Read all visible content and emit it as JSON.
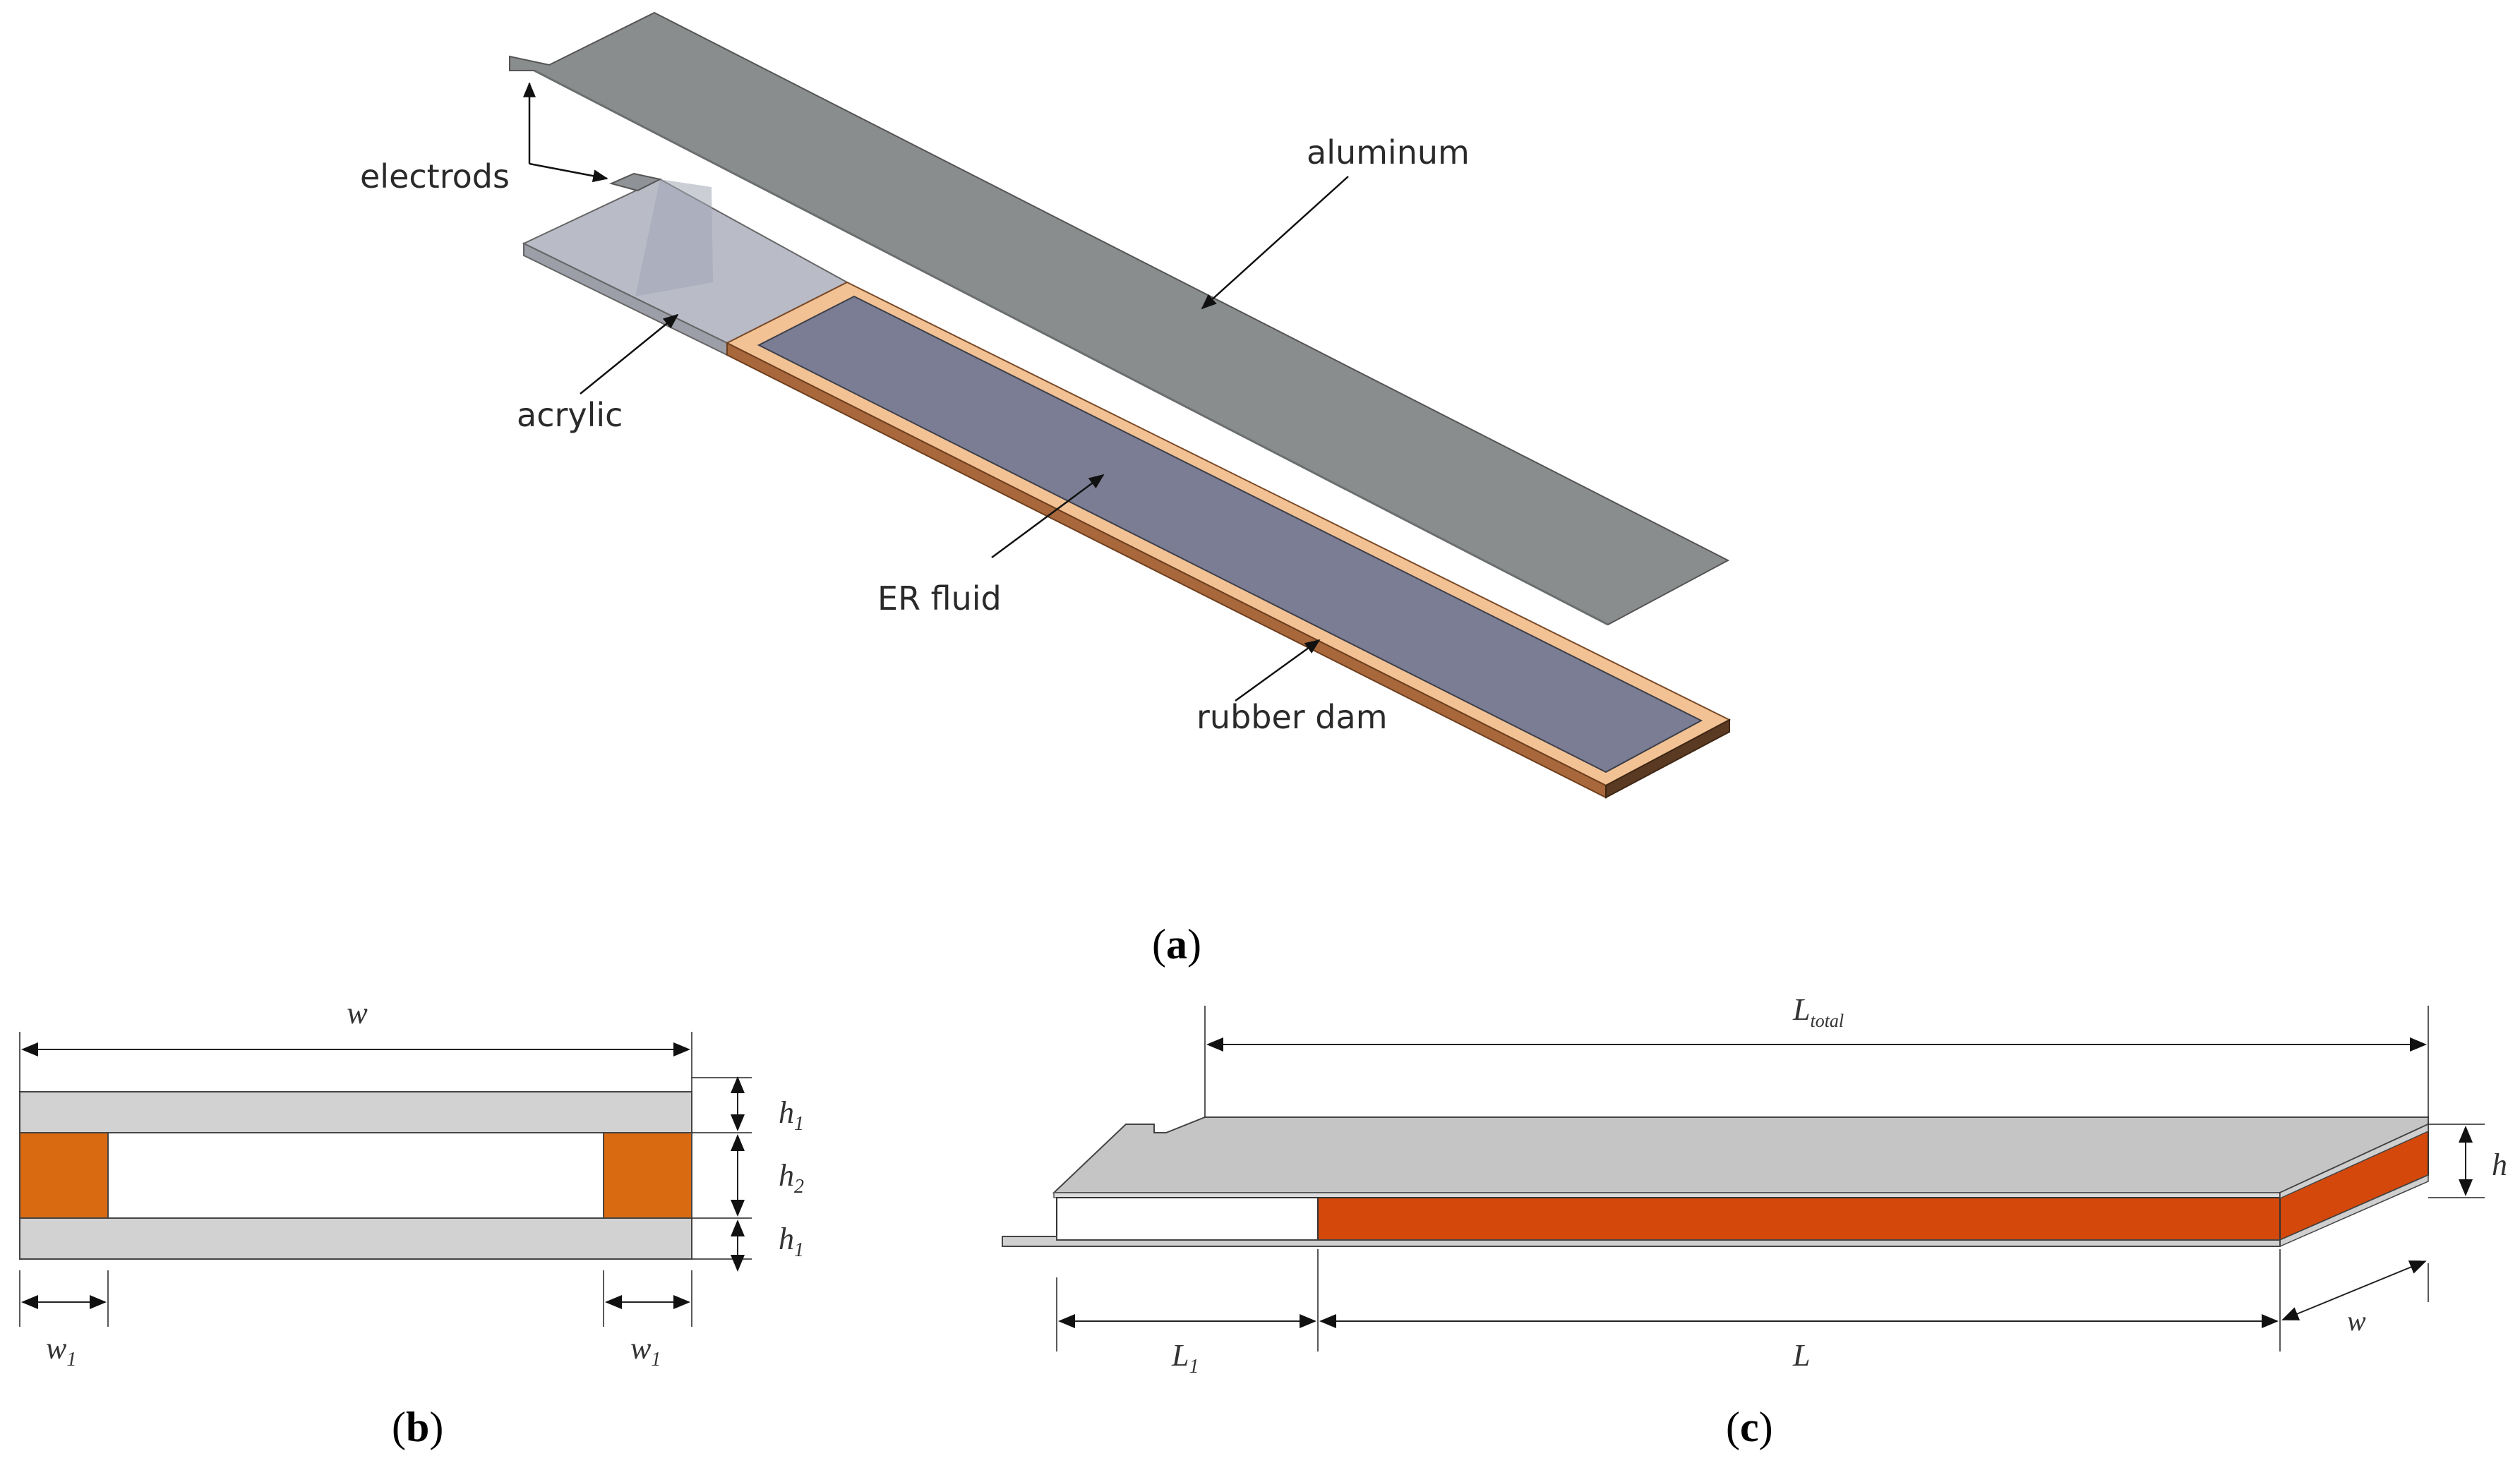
{
  "panel_a": {
    "caption_letter": "a",
    "labels": {
      "electrods": "electrods",
      "aluminum": "aluminum",
      "acrylic": "acrylic",
      "er_fluid": "ER fluid",
      "rubber_dam": "rubber dam"
    }
  },
  "panel_b": {
    "caption_letter": "b",
    "dims": {
      "w": "w",
      "h1": "h",
      "h1_sub": "1",
      "h2": "h",
      "h2_sub": "2",
      "w1": "w",
      "w1_sub": "1"
    }
  },
  "panel_c": {
    "caption_letter": "c",
    "dims": {
      "l_total": "L",
      "l_total_sub": "total",
      "h": "h",
      "l1": "L",
      "l1_sub": "1",
      "l": "L",
      "w": "w"
    }
  },
  "colors": {
    "aluminum": "#8a8d8d",
    "acrylic": "#b9bbc7",
    "er_fluid": "#7a7d93",
    "rubber_dam": "#f2c294",
    "rubber_dam_side": "#a8683c",
    "orange_fill_b": "#d96a12",
    "orange_fill_c": "#d4490b",
    "plate_grey": "#d2d2d2",
    "plate_top_c": "#c5c5c5"
  },
  "icons": [
    "dimension-arrow"
  ]
}
